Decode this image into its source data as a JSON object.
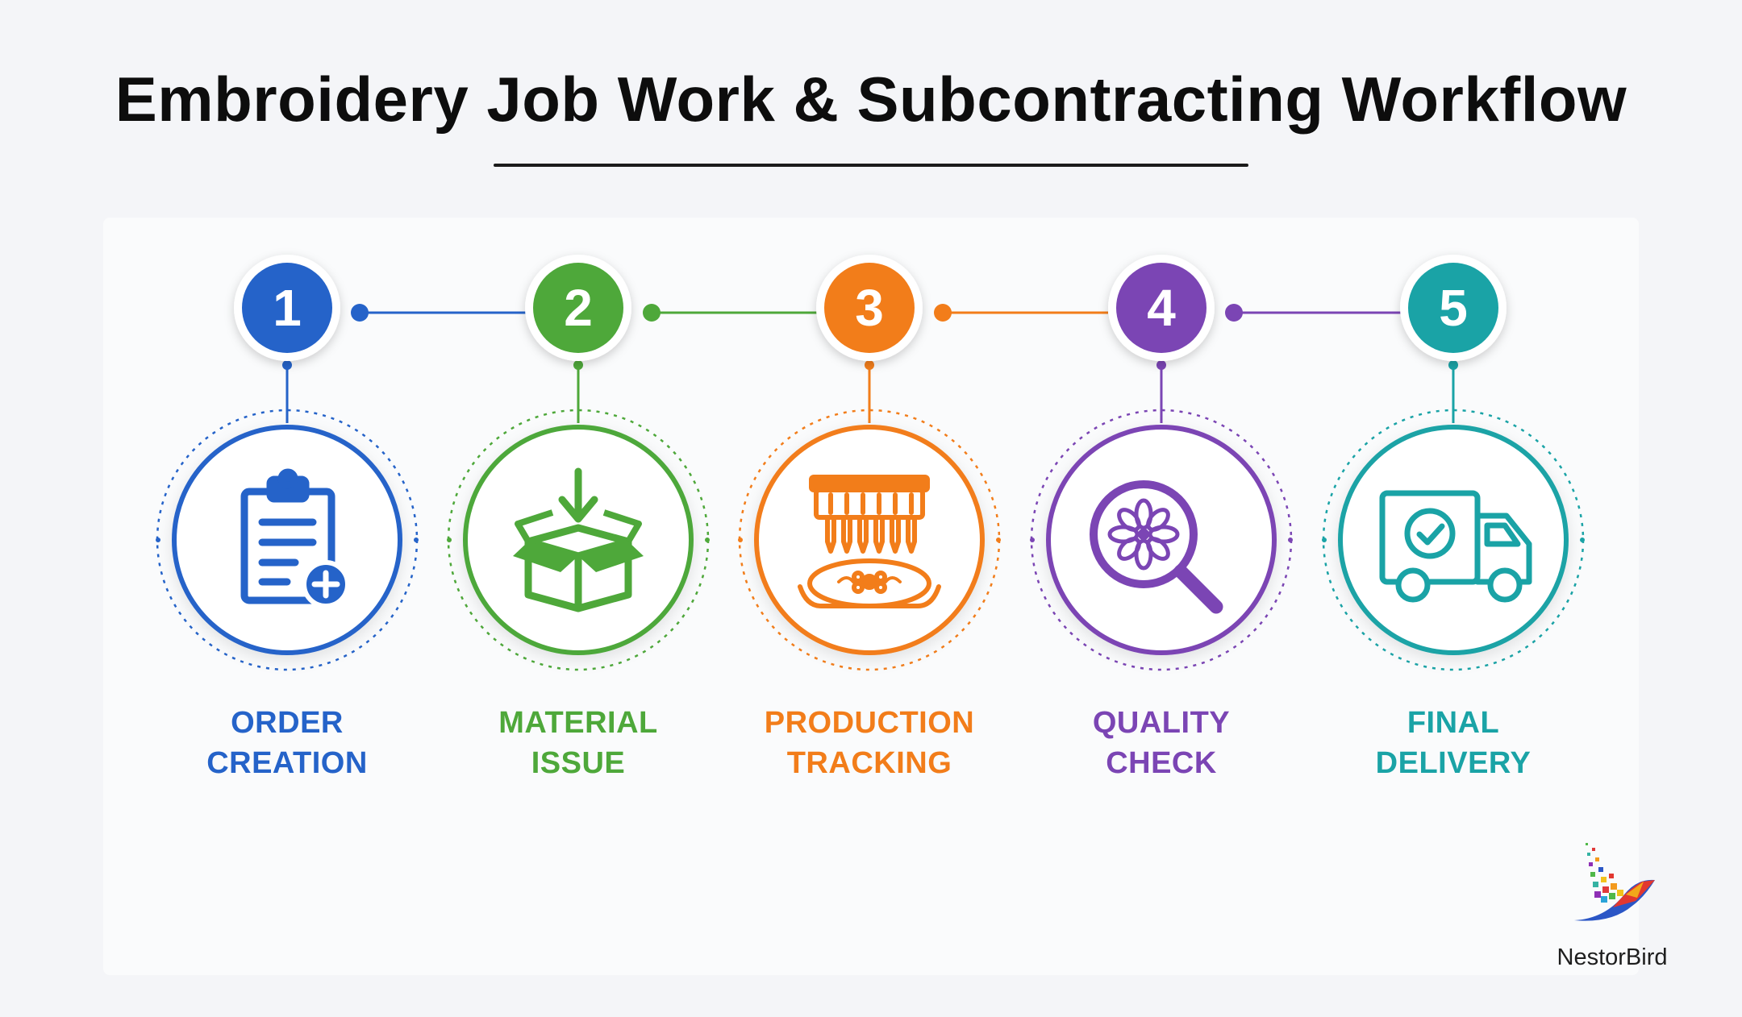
{
  "title": "Embroidery Job Work & Subcontracting Workflow",
  "colors": {
    "blue": "#2563c9",
    "green": "#4ea83a",
    "orange": "#f27d1a",
    "purple": "#7b45b4",
    "teal": "#1aa3a6"
  },
  "steps": [
    {
      "number": "1",
      "label_line1": "ORDER",
      "label_line2": "CREATION",
      "icon": "clipboard-plus-icon",
      "color": "#2563c9"
    },
    {
      "number": "2",
      "label_line1": "MATERIAL",
      "label_line2": "ISSUE",
      "icon": "box-download-icon",
      "color": "#4ea83a"
    },
    {
      "number": "3",
      "label_line1": "PRODUCTION",
      "label_line2": "TRACKING",
      "icon": "embroidery-machine-icon",
      "color": "#f27d1a"
    },
    {
      "number": "4",
      "label_line1": "QUALITY",
      "label_line2": "CHECK",
      "icon": "magnifier-flower-icon",
      "color": "#7b45b4"
    },
    {
      "number": "5",
      "label_line1": "FINAL",
      "label_line2": "DELIVERY",
      "icon": "delivery-truck-check-icon",
      "color": "#1aa3a6"
    }
  ],
  "brand": {
    "name": "NestorBird",
    "logo": "nestorbird-logo"
  }
}
